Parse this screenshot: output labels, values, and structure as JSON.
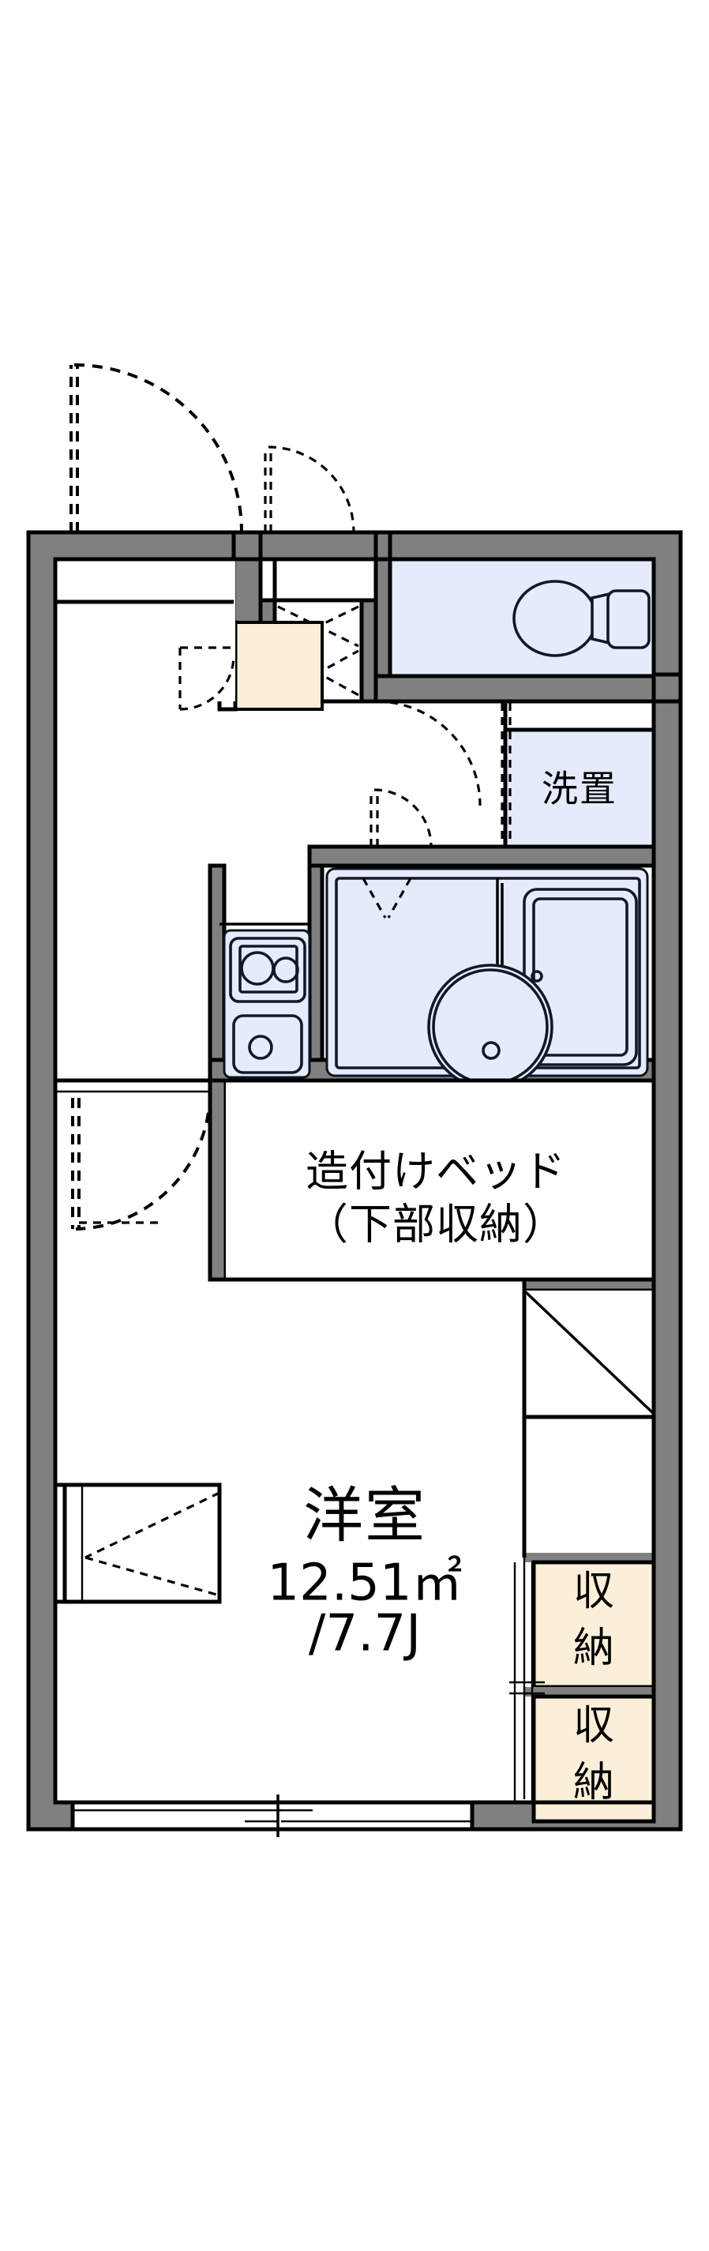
{
  "document": {
    "kind": "japanese-apartment-floor-plan",
    "background_color": "#ffffff"
  },
  "palette": {
    "wall": "#808080",
    "outline": "#000000",
    "wet_area": "#e4ecfb",
    "storage": "#fcefd9",
    "floor": "#ffffff"
  },
  "labels": {
    "toilet_room": "",
    "washer_space": "洗置",
    "built_in_bed_line1": "造付けベッド",
    "built_in_bed_line2": "（下部収納）",
    "main_room_name": "洋室",
    "main_room_area": "12.51㎡",
    "main_room_jo": "/7.7J",
    "closet_upper_line1": "収",
    "closet_upper_line2": "納",
    "closet_lower_line1": "収",
    "closet_lower_line2": "納"
  },
  "rooms": [
    {
      "id": "entrance",
      "name_ja": "玄関",
      "label": "",
      "fill": "#fcefd9"
    },
    {
      "id": "toilet",
      "name_ja": "トイレ",
      "label": "",
      "fill": "#e4ecfb"
    },
    {
      "id": "washer",
      "name_ja": "洗濯置場",
      "label": "洗置",
      "fill": "#e4ecfb"
    },
    {
      "id": "kitchen",
      "name_ja": "キッチン",
      "label": "",
      "fill": "#e4ecfb"
    },
    {
      "id": "unit-bath",
      "name_ja": "浴室",
      "label": "",
      "fill": "#e4ecfb"
    },
    {
      "id": "built-in-bed",
      "name_ja": "造付けベッド",
      "label": "造付けベッド（下部収納）",
      "fill": "#ffffff"
    },
    {
      "id": "western-room",
      "name_ja": "洋室",
      "label": "洋室 12.51㎡ /7.7J",
      "fill": "#ffffff"
    },
    {
      "id": "closet-upper",
      "name_ja": "収納",
      "label": "収納",
      "fill": "#fcefd9"
    },
    {
      "id": "closet-lower",
      "name_ja": "収納",
      "label": "収納",
      "fill": "#fcefd9"
    }
  ],
  "fixtures": [
    {
      "id": "toilet-bowl",
      "name": "western-toilet"
    },
    {
      "id": "stove",
      "name": "two-burner-gas-stove"
    },
    {
      "id": "sink",
      "name": "kitchen-sink"
    },
    {
      "id": "bathtub",
      "name": "bathtub"
    },
    {
      "id": "washbasin",
      "name": "round-washbasin"
    }
  ],
  "doors": [
    {
      "id": "entrance-door",
      "type": "hinged-swing"
    },
    {
      "id": "toilet-door",
      "type": "hinged-swing"
    },
    {
      "id": "bedroom-door",
      "type": "hinged-swing"
    },
    {
      "id": "corridor-door",
      "type": "hinged-swing"
    },
    {
      "id": "genkan-closet",
      "type": "sliding"
    },
    {
      "id": "unit-bath-door",
      "type": "folding"
    },
    {
      "id": "closet-doors",
      "type": "sliding"
    },
    {
      "id": "balcony-window",
      "type": "sliding-window"
    },
    {
      "id": "side-window",
      "type": "awning-window"
    }
  ]
}
